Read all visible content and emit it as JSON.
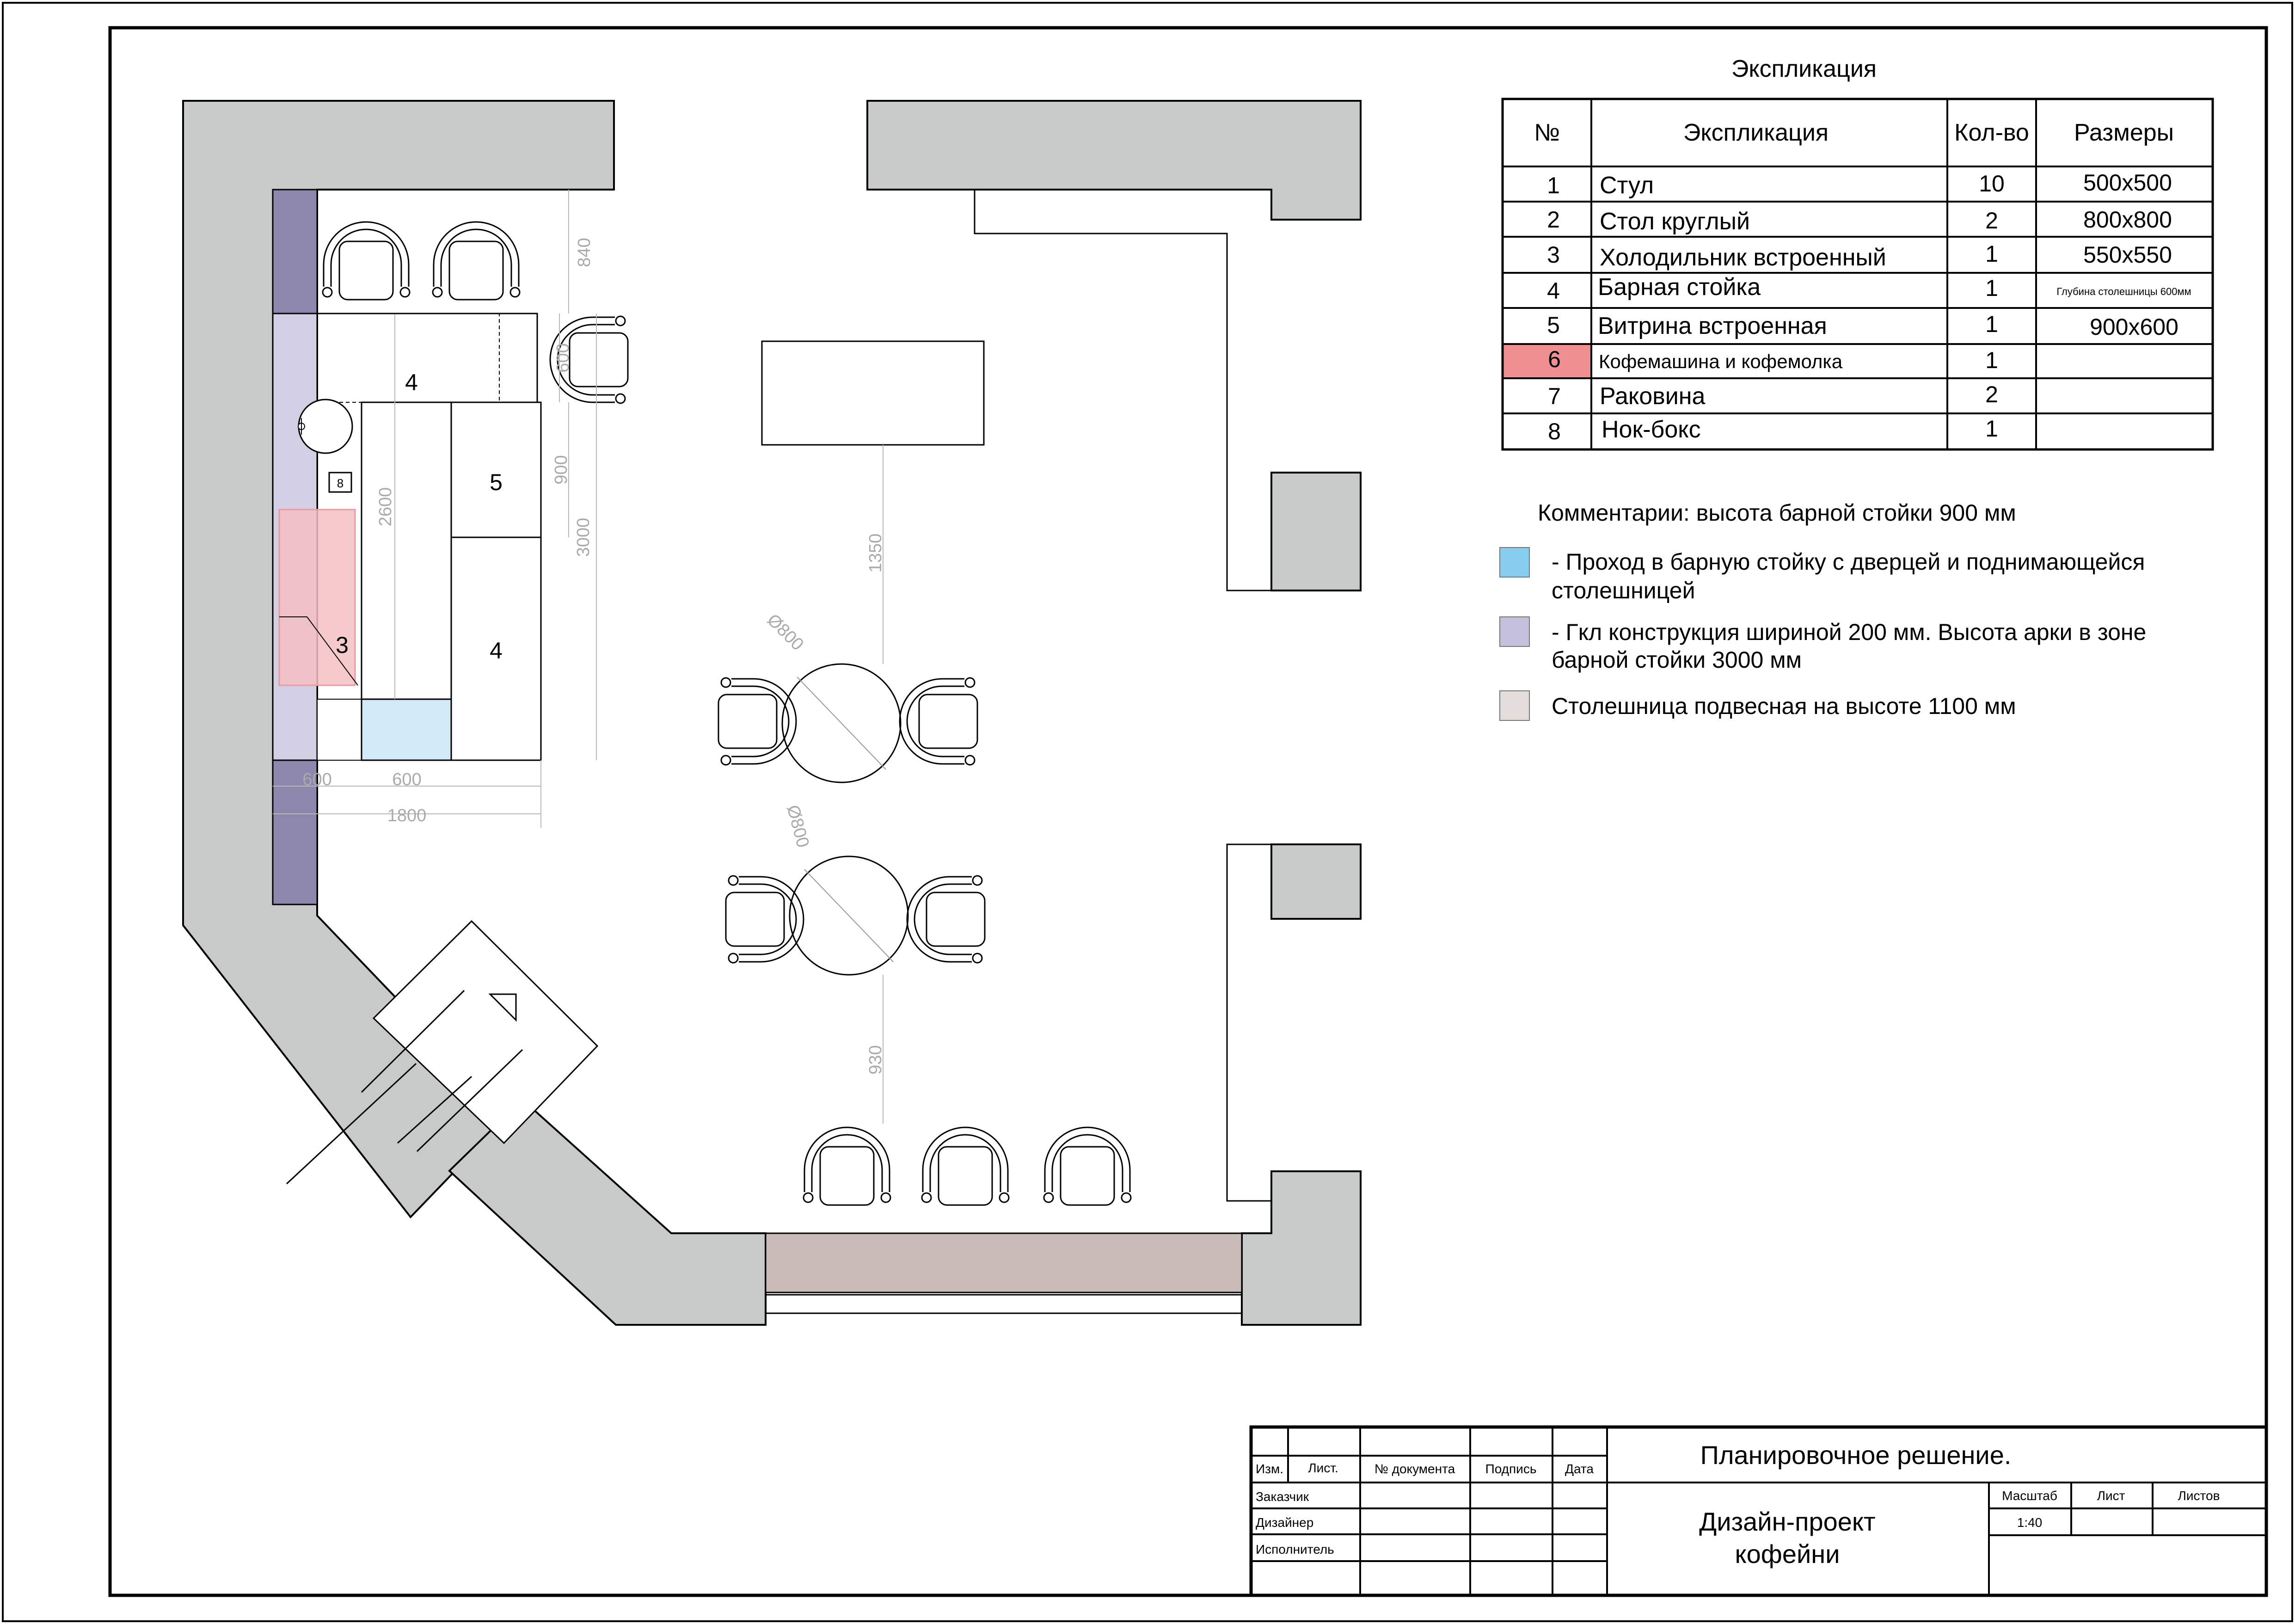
{
  "plan": {
    "labels": {
      "l4a": "4",
      "l5": "5",
      "l3": "3",
      "l4b": "4",
      "l8": "8"
    },
    "dims": {
      "d840": "840",
      "d600v": "600",
      "d900": "900",
      "d3000": "3000",
      "d2600": "2600",
      "d600h_a": "600",
      "d600h_b": "600",
      "d1800": "1800",
      "d1350": "1350",
      "d930": "930",
      "dia1": "Ø800",
      "dia2": "Ø800"
    }
  },
  "explication": {
    "title": "Экспликация",
    "headers": [
      "№",
      "Экспликация",
      "Кол-во",
      "Размеры"
    ],
    "rows": [
      {
        "num": "1",
        "name": "Стул",
        "qty": "10",
        "size": "500x500"
      },
      {
        "num": "2",
        "name": "Стол круглый",
        "qty": "2",
        "size": "800x800"
      },
      {
        "num": "3",
        "name": "Холодильник встроенный",
        "qty": "1",
        "size": "550x550"
      },
      {
        "num": "4",
        "name": "Барная стойка",
        "qty": "1",
        "size": "Глубина столешницы 600мм"
      },
      {
        "num": "5",
        "name": "Витрина встроенная",
        "qty": "1",
        "size": "900x600"
      },
      {
        "num": "6",
        "name": "Кофемашина и кофемолка",
        "qty": "1",
        "size": ""
      },
      {
        "num": "7",
        "name": "Раковина",
        "qty": "2",
        "size": ""
      },
      {
        "num": "8",
        "name": "Нок-бокс",
        "qty": "1",
        "size": ""
      }
    ],
    "highlight_color": "#f08f92"
  },
  "comments": {
    "title": "Комментарии: высота барной стойки 900 мм",
    "legend": [
      {
        "color": "#87cdf0",
        "line1": "- Проход в барную стойку с дверцей и поднимающейся",
        "line2": "столешницей"
      },
      {
        "color": "#c5c1dc",
        "line1": "- Гкл конструкция шириной 200 мм. Высота арки в зоне",
        "line2": "барной стойки 3000 мм"
      },
      {
        "color": "#e2dcdb",
        "line1": "Столешница подвесная на высоте 1100 мм",
        "line2": ""
      }
    ]
  },
  "title_block": {
    "col_headers": [
      "Изм.",
      "Лист.",
      "№ документа",
      "Подпись",
      "Дата"
    ],
    "roles": [
      "Заказчик",
      "Дизайнер",
      "Исполнитель"
    ],
    "sheet_title": "Планировочное решение.",
    "project_line1": "Дизайн-проект",
    "project_line2": "кофейни",
    "scale_label": "Масштаб",
    "sheet_label": "Лист",
    "sheets_label": "Листов",
    "scale_value": "1:40"
  },
  "colors": {
    "wall": "#c8c9c9",
    "gkl_dark": "#8e87ad",
    "gkl_light": "#d2cfe4",
    "pass_blue": "#d2eaf8",
    "fridge_pink": "#f4bfc3",
    "counter_hang": "#c9bbb7"
  }
}
